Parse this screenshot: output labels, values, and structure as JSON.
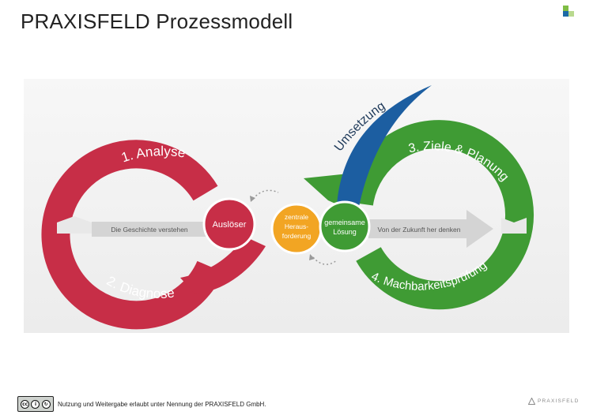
{
  "header": {
    "title": "PRAXISFELD Prozessmodell"
  },
  "colors": {
    "red": "#c72e47",
    "green": "#3f9b34",
    "blue": "#1c5ea1",
    "orange": "#f2a523",
    "gray_arrow": "#d4d4d4",
    "logo_green": "#7fbd45",
    "logo_blue": "#1c6aa6"
  },
  "diagram": {
    "arc_analyse": "1. Analyse",
    "arc_diagnose": "2. Diagnose",
    "arc_ziele": "3. Ziele & Planung",
    "arc_machbarkeit": "4. Machbarkeitsprüfung",
    "arc_umsetzung": "Umsetzung",
    "node_ausloeser": "Auslöser",
    "node_herausforderung": [
      "zentrale",
      "Heraus-",
      "forderung"
    ],
    "node_loesung": [
      "gemeinsame",
      "Lösung"
    ],
    "arrow_left": "Die Geschichte verstehen",
    "arrow_right": "Von der Zukunft her denken"
  },
  "footer": {
    "license_icons": [
      "cc-icon",
      "by-icon",
      "sa-icon"
    ],
    "license_text": "Nutzung und Weitergabe erlaubt unter Nennung der PRAXISFELD GmbH.",
    "brand": "PRAXISFELD"
  }
}
